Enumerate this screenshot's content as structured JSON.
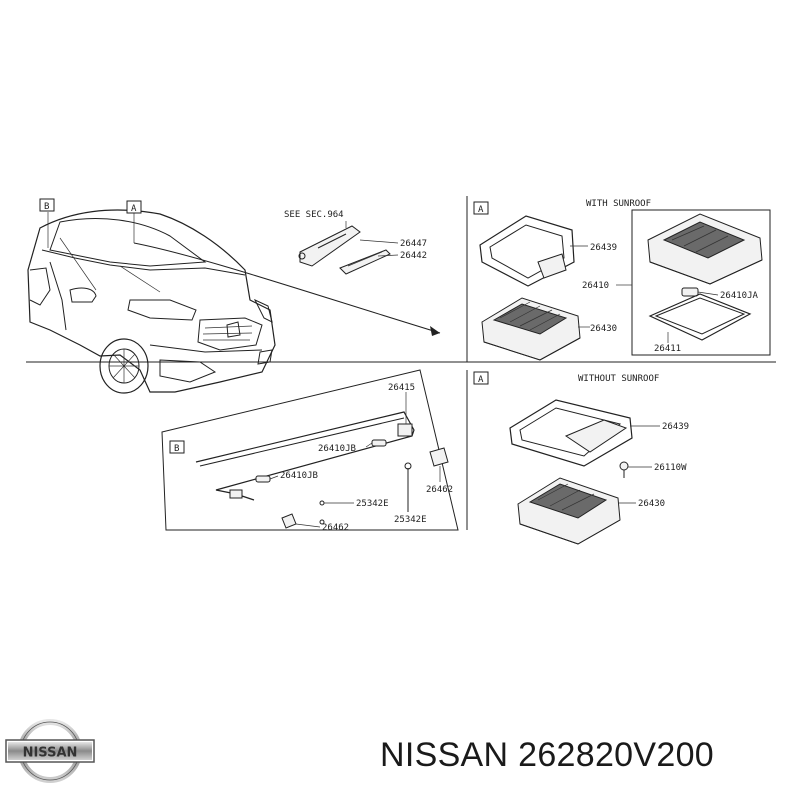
{
  "diagram": {
    "ref_marks": {
      "a": "A",
      "b": "B"
    },
    "see_sec": "SEE SEC.964",
    "with_sunroof": "WITH SUNROOF",
    "without_sunroof": "WITHOUT SUNROOF",
    "parts": {
      "p26447": "26447",
      "p26442": "26442",
      "p26439_ws": "26439",
      "p26410": "26410",
      "p26410ja": "26410JA",
      "p26430_ws": "26430",
      "p26411": "26411",
      "p26415": "26415",
      "p26410jb_1": "26410JB",
      "p26410jb_2": "26410JB",
      "p26462_1": "26462",
      "p26462_2": "26462",
      "p25342e_1": "25342E",
      "p25342e_2": "25342E",
      "p26439_wo": "26439",
      "p26110w": "26110W",
      "p26430_wo": "26430"
    }
  },
  "brand": {
    "logo_text": "NISSAN",
    "caption": "NISSAN 262820V200"
  }
}
